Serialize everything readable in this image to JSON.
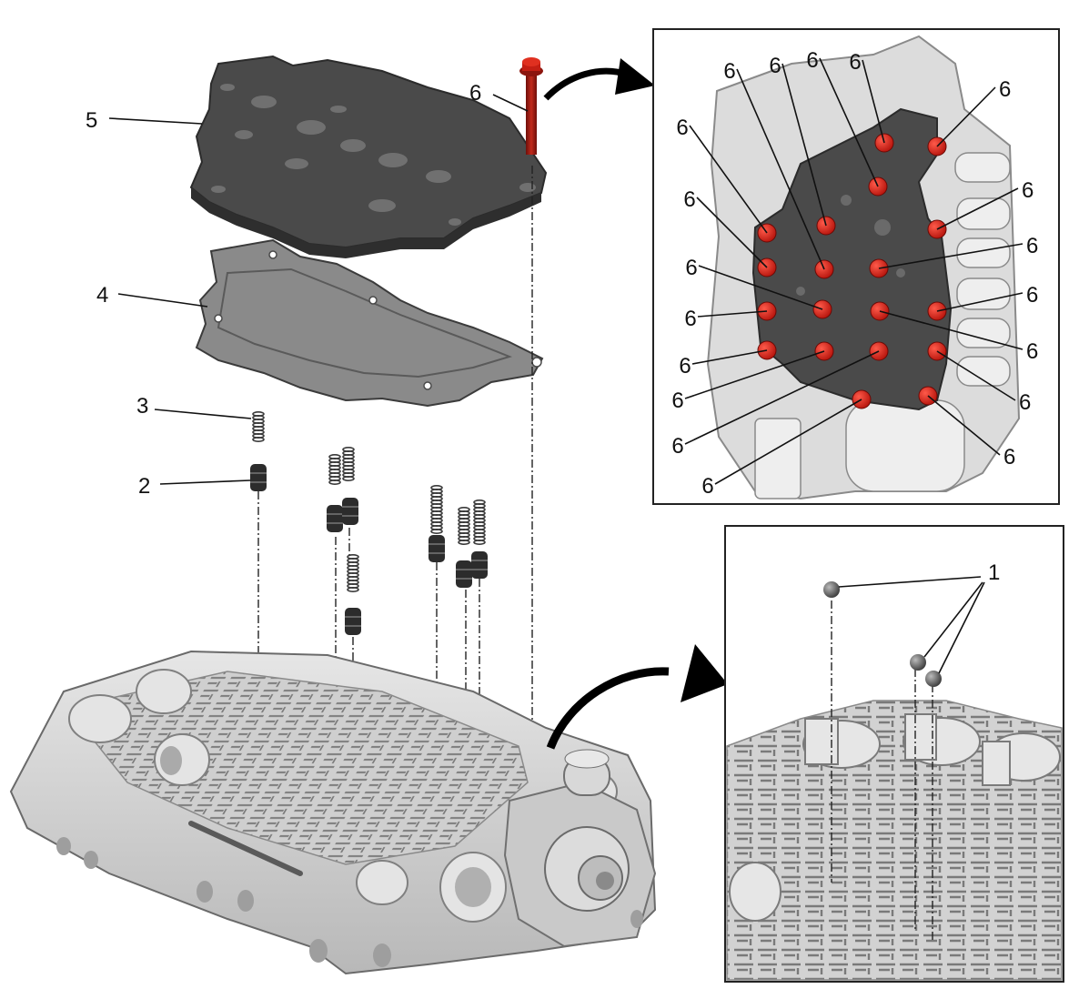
{
  "labels": {
    "ball": "1",
    "valve": "2",
    "spring": "3",
    "gasket": "4",
    "plate": "5",
    "bolt": "6"
  },
  "callouts_right_top": [
    "6",
    "6",
    "6",
    "6",
    "6",
    "6",
    "6",
    "6",
    "6",
    "6",
    "6",
    "6",
    "6",
    "6",
    "6",
    "6",
    "6",
    "6",
    "6"
  ],
  "colors": {
    "plate": "#4a4a4a",
    "gasket": "#7a7a7a",
    "bolt": "#9c1b14",
    "bolt_head": "#d62a1c",
    "housing": "#d4d4d4",
    "housing_dark": "#9a9a9a",
    "frame": "#222222"
  }
}
